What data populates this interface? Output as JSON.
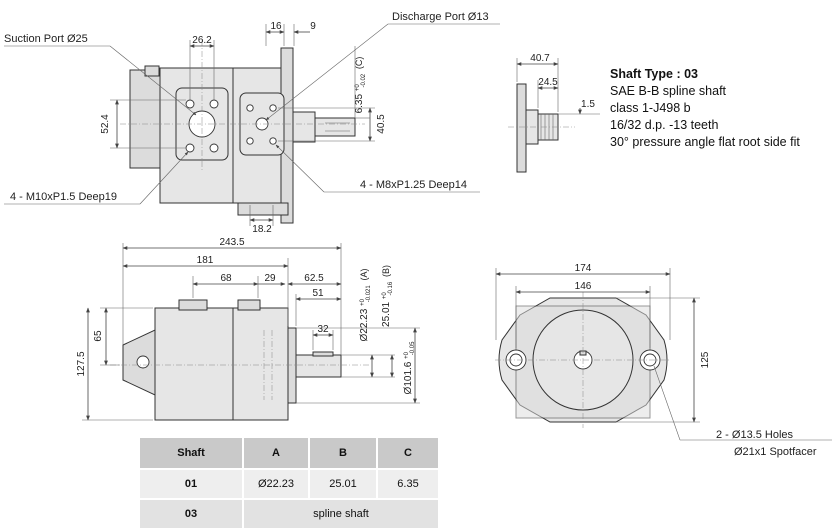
{
  "labels": {
    "suction_port": "Suction Port Ø25",
    "discharge_port": "Discharge Port Ø13",
    "m10_threads": "4 - M10xP1.5 Deep19",
    "m8_threads": "4 - M8xP1.25 Deep14",
    "holes": "2 - Ø13.5 Holes",
    "spotfacer": "Ø21x1 Spotfacer"
  },
  "dims": {
    "top_16": "16",
    "top_9": "9",
    "top_26_2": "26.2",
    "top_52_4": "52.4",
    "top_40_5": "40.5",
    "top_18_2": "18.2",
    "c_main": "6.35",
    "c_tol_up": "+0",
    "c_tol_low": "-0.02",
    "c_suffix": "(C)",
    "shaft_40_7": "40.7",
    "shaft_24_5": "24.5",
    "shaft_1_5": "1.5",
    "side_243_5": "243.5",
    "side_181": "181",
    "side_68": "68",
    "side_29": "29",
    "side_62_5": "62.5",
    "side_51": "51",
    "side_32": "32",
    "side_65": "65",
    "side_127_5": "127.5",
    "a_main": "Ø22.23",
    "a_tol_up": "+0",
    "a_tol_low": "-0.021",
    "a_suffix": "(A)",
    "b_main": "25.01",
    "b_tol_up": "+0",
    "b_tol_low": "-0.16",
    "b_suffix": "(B)",
    "d_main": "Ø101.6",
    "d_tol_up": "+0",
    "d_tol_low": "-0.05",
    "front_174": "174",
    "front_146": "146",
    "front_125": "125"
  },
  "shaft_type": {
    "title": "Shaft Type : 03",
    "lines": [
      "SAE B-B spline shaft",
      "class 1-J498 b",
      "16/32 d.p. -13 teeth",
      "30° pressure angle flat root side fit"
    ]
  },
  "table": {
    "headers": [
      "Shaft",
      "A",
      "B",
      "C"
    ],
    "rows": [
      [
        "01",
        "Ø22.23",
        "25.01",
        "6.35"
      ],
      [
        "03",
        "spline shaft"
      ]
    ]
  }
}
